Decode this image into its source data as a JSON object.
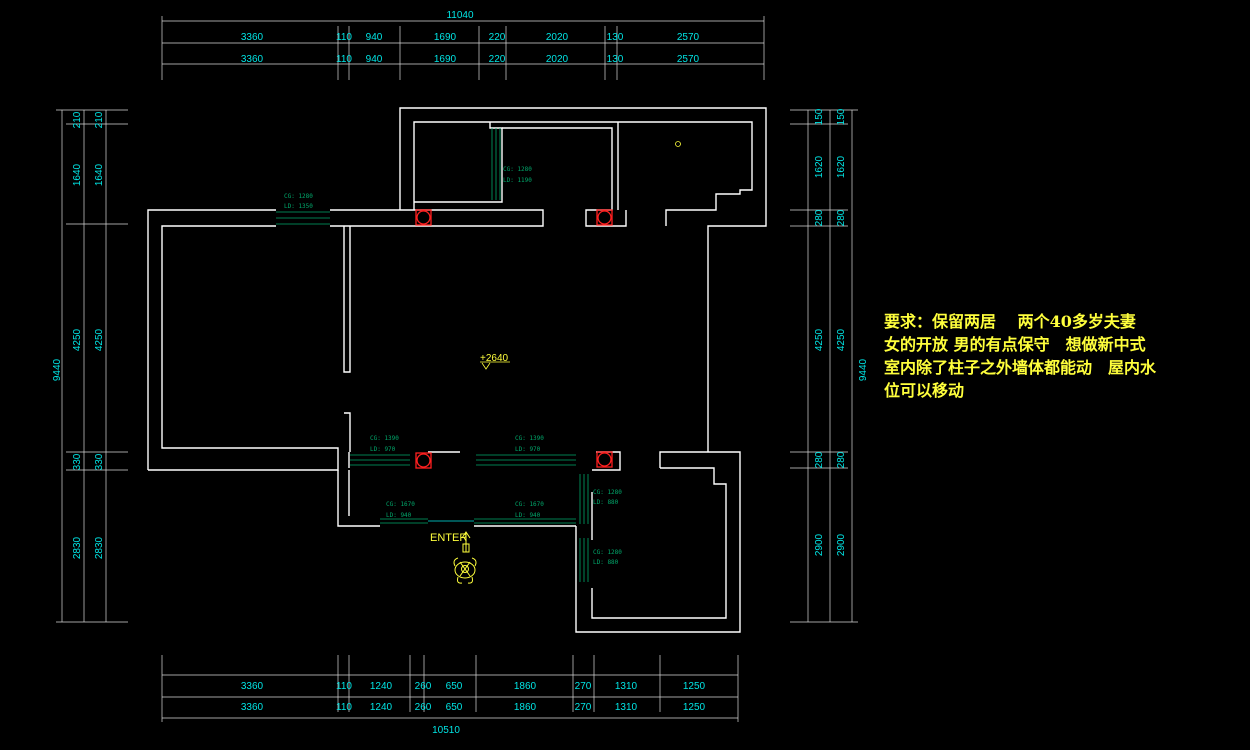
{
  "dimensions": {
    "top_total": "11040",
    "top_row1": [
      "3360",
      "110",
      "940",
      "1690",
      "220",
      "2020",
      "130",
      "2570"
    ],
    "top_row2": [
      "3360",
      "110",
      "940",
      "1690",
      "220",
      "2020",
      "130",
      "2570"
    ],
    "bottom_row1": [
      "3360",
      "110",
      "1240",
      "260",
      "650",
      "1860",
      "270",
      "1310",
      "1250"
    ],
    "bottom_row2": [
      "3360",
      "110",
      "1240",
      "260",
      "650",
      "1860",
      "270",
      "1310",
      "1250"
    ],
    "bottom_total": "10510",
    "left_total": "9440",
    "left_col1": [
      "210",
      "1640",
      "4250",
      "330",
      "2830"
    ],
    "left_col2": [
      "210",
      "1640",
      "4250",
      "330",
      "2830"
    ],
    "right_col1": [
      "150",
      "1620",
      "280",
      "4250",
      "280",
      "2900"
    ],
    "right_col2": [
      "150",
      "1620",
      "280",
      "4250",
      "280",
      "2900"
    ],
    "right_total": "9440"
  },
  "windows": [
    {
      "cg": "CG: 1280",
      "ld": "LD: 1350"
    },
    {
      "cg": "CG: 1280",
      "ld": "LD: 1190"
    },
    {
      "cg": "CG: 1390",
      "ld": "LD: 970"
    },
    {
      "cg": "CG: 1390",
      "ld": "LD: 970"
    },
    {
      "cg": "CG: 1670",
      "ld": "LD: 940"
    },
    {
      "cg": "CG: 1670",
      "ld": "LD: 940"
    },
    {
      "cg": "CG: 1280",
      "ld": "LD: 880"
    },
    {
      "cg": "CG: 1280",
      "ld": "LD: 880"
    }
  ],
  "elevation": "+2640",
  "entrance_label": "ENTER",
  "requirements": [
    "要求：保留两居　 两个40多岁夫妻",
    "女的开放 男的有点保守　想做新中式",
    "室内除了柱子之外墙体都能动　屋内水",
    "位可以移动"
  ],
  "colors": {
    "background": "#000000",
    "dimension": "#00e5e5",
    "wall": "#ffffff",
    "window": "#00a86b",
    "column": "#ff2020",
    "note": "#ffff3c"
  }
}
